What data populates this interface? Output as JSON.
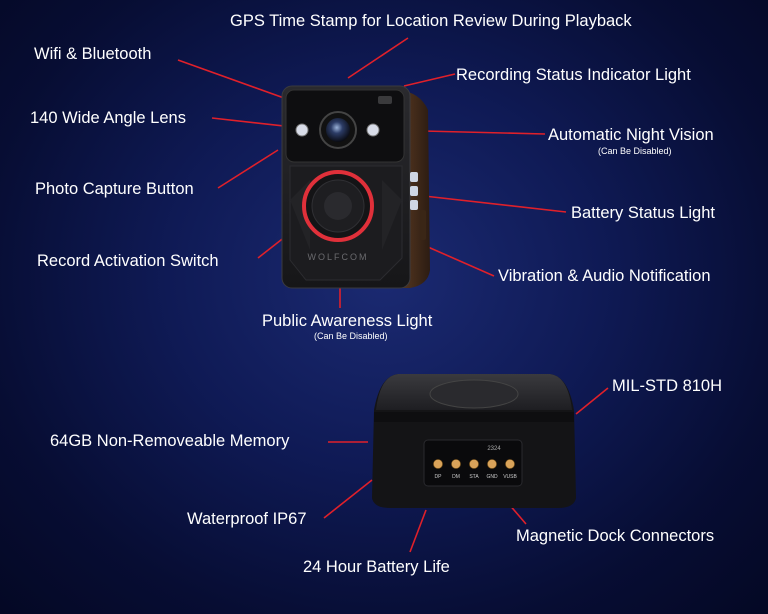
{
  "labels": {
    "gps": "GPS Time Stamp for Location Review During Playback",
    "wifi": "Wifi & Bluetooth",
    "recording_status": "Recording Status Indicator Light",
    "lens": "140 Wide Angle Lens",
    "night_vision": "Automatic Night Vision",
    "night_vision_note": "(Can Be Disabled)",
    "photo_button": "Photo Capture Button",
    "battery_status": "Battery Status Light",
    "record_switch": "Record Activation Switch",
    "vibration": "Vibration & Audio Notification",
    "public_light": "Public Awareness Light",
    "public_light_note": "(Can Be Disabled)",
    "milstd": "MIL-STD 810H",
    "memory": "64GB Non-Removeable Memory",
    "waterproof": "Waterproof IP67",
    "dock": "Magnetic Dock Connectors",
    "battery_life": "24 Hour Battery Life"
  },
  "device": {
    "brand": "WOLFCOM",
    "connector_code": "2324",
    "pins": [
      "DP",
      "DM",
      "STA",
      "GND",
      "VUSB"
    ]
  },
  "colors": {
    "leader_line": "#e0202a",
    "ring": "#e0303a"
  }
}
